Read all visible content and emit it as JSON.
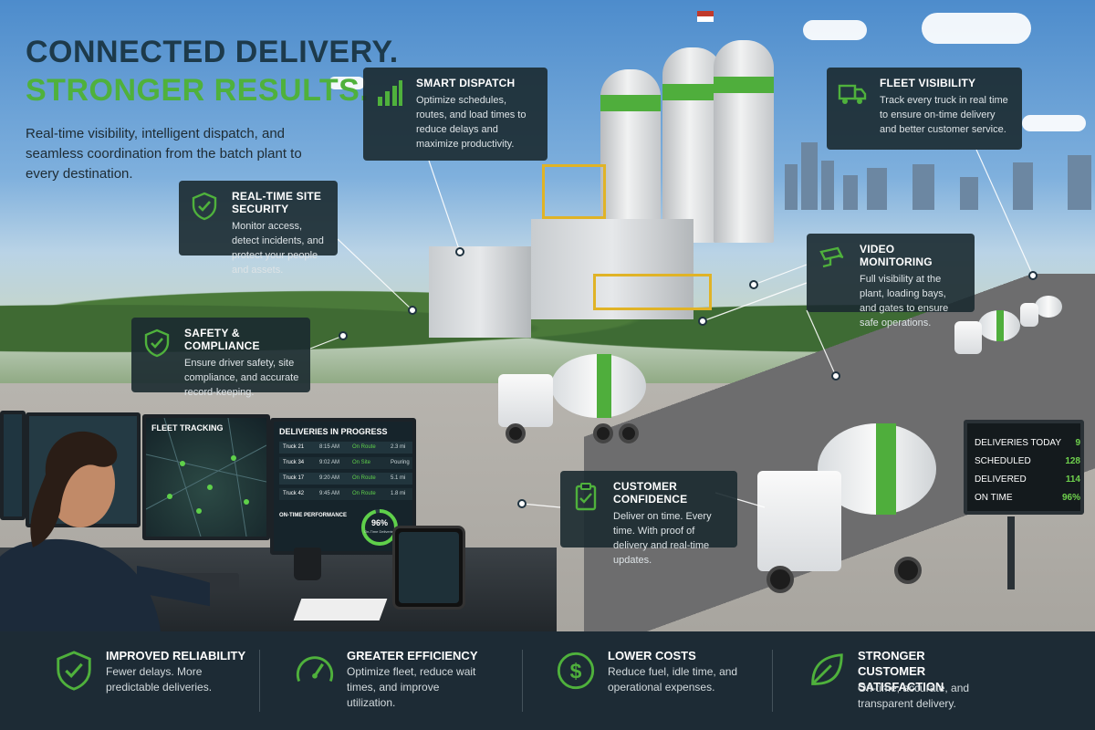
{
  "headline": {
    "line1": "CONNECTED DELIVERY.",
    "line2": "STRONGER RESULTS."
  },
  "intro": "Real-time visibility, intelligent dispatch, and seamless coordination from the batch plant to every destination.",
  "callouts": {
    "smart_dispatch": {
      "title": "SMART DISPATCH",
      "body": "Optimize schedules, routes, and load times to reduce delays and maximize productivity.",
      "icon": "bar-chart-icon"
    },
    "fleet_visibility": {
      "title": "FLEET VISIBILITY",
      "body": "Track every truck in real time to ensure on-time delivery and better customer service.",
      "icon": "truck-icon"
    },
    "site_security": {
      "title": "REAL-TIME SITE SECURITY",
      "body": "Monitor access, detect incidents, and protect your people and assets.",
      "icon": "shield-check-icon"
    },
    "video_monitoring": {
      "title": "VIDEO MONITORING",
      "body": "Full visibility at the plant, loading bays, and gates to ensure safe operations.",
      "icon": "camera-icon"
    },
    "safety_compliance": {
      "title": "SAFETY & COMPLIANCE",
      "body": "Ensure driver safety, site compliance, and accurate record-keeping.",
      "icon": "shield-check-icon"
    },
    "customer_confidence": {
      "title": "CUSTOMER CONFIDENCE",
      "body": "Deliver on time. Every time. With proof of delivery and real-time updates.",
      "icon": "clipboard-check-icon"
    }
  },
  "monitors": {
    "fleet_tracking_title": "FLEET TRACKING",
    "deliveries_title": "DELIVERIES IN PROGRESS",
    "deliveries": [
      {
        "truck": "Truck 21",
        "time": "8:15 AM",
        "status": "On Route",
        "distance": "2.3 mi"
      },
      {
        "truck": "Truck 34",
        "time": "9:02 AM",
        "status": "On Site",
        "distance": "Pouring"
      },
      {
        "truck": "Truck 17",
        "time": "9:20 AM",
        "status": "On Route",
        "distance": "5.1 mi"
      },
      {
        "truck": "Truck 42",
        "time": "9:45 AM",
        "status": "On Route",
        "distance": "1.8 mi"
      }
    ],
    "on_time_title": "ON-TIME PERFORMANCE",
    "on_time_value": "96%",
    "on_time_label": "On-Time Deliveries",
    "on_time_fraction": 0.96
  },
  "board": {
    "title": "DELIVERIES TODAY",
    "title_value": "9",
    "rows": [
      {
        "label": "SCHEDULED",
        "value": "128"
      },
      {
        "label": "DELIVERED",
        "value": "114"
      },
      {
        "label": "ON TIME",
        "value": "96%"
      }
    ]
  },
  "features": [
    {
      "title": "IMPROVED RELIABILITY",
      "body": "Fewer delays. More predictable deliveries.",
      "icon": "shield-check-icon"
    },
    {
      "title": "GREATER EFFICIENCY",
      "body": "Optimize fleet, reduce wait times, and improve utilization.",
      "icon": "gauge-icon"
    },
    {
      "title": "LOWER COSTS",
      "body": "Reduce fuel, idle time, and operational expenses.",
      "icon": "dollar-icon"
    },
    {
      "title": "STRONGER CUSTOMER SATISFACTION",
      "body": "On-time, accurate, and transparent delivery.",
      "icon": "leaf-icon"
    }
  ],
  "colors": {
    "accent_green": "#4fb13c",
    "navy_text": "#1d3a4b",
    "panel_bg": "#1b2a30",
    "footer_bg": "#1d2b35"
  }
}
